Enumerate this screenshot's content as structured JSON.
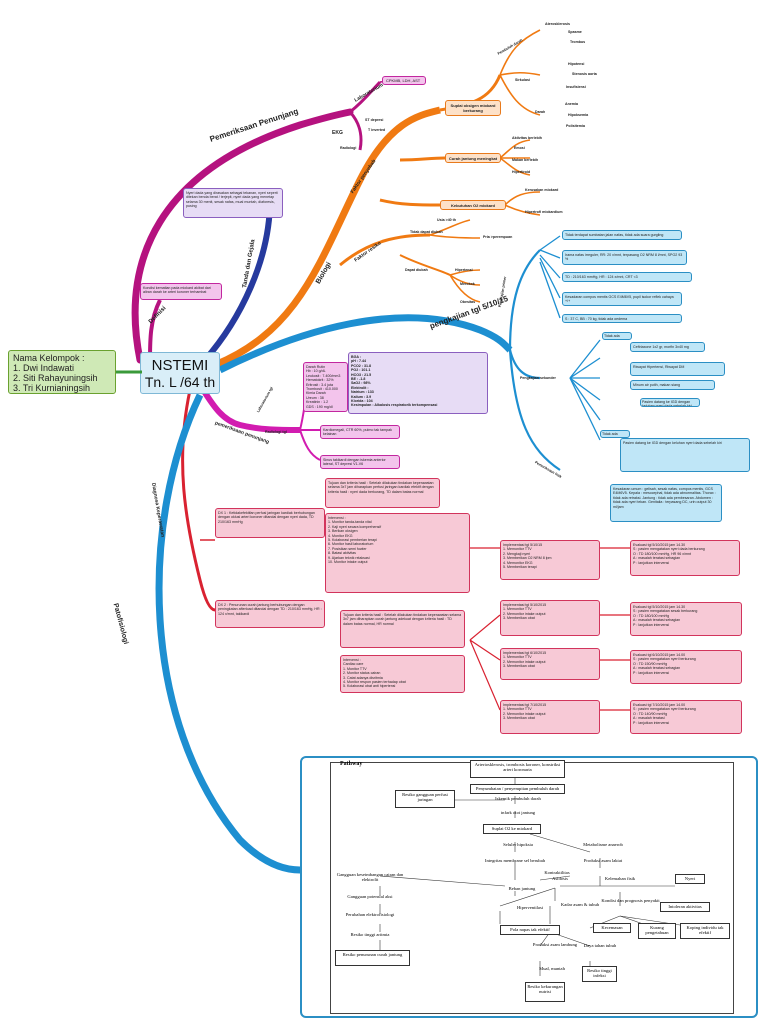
{
  "center": {
    "line1": "NSTEMI",
    "line2": "Tn. L /64 th"
  },
  "group": {
    "title": "Nama Kelompok :",
    "members": [
      "1. Dwi Indawati",
      "2. Siti Rahayuningsih",
      "3. Tri Kurnianingsih"
    ]
  },
  "branches": {
    "pemeriksaan": "Pemeriksaan Penunjang",
    "laboratorium": "Laboratorium",
    "ekg": "EKG",
    "cpkmb": "CPKMB, LDH, AST",
    "st_depresi": "ST depresi",
    "t_inverted": "T inverted",
    "radiologi": "Radiologi",
    "definisi": "Definisi",
    "tanda_gejala": "Tanda dan Gejala",
    "biologi": "Biologi",
    "faktor_penyebab": "Faktor penyebab",
    "faktor_resiko": "Faktor resiko",
    "pengkajian": "pengkajian tgl 5/10/15",
    "pengkajian_primer": "Pengkajian primer",
    "pengkajian_sekunder": "Pengkajian sekunder",
    "pemeriksaan_fisik": "Pemeriksaan fisik",
    "pemeriksaan_penunjang2": "pemeriksaan penunjang",
    "laboratorium2": "Laboratorium tgl",
    "radiologi2": "Radiologi tgl",
    "diagnosa": "Diagnosa Keperawatan",
    "patofisiologi": "Patofisiologi"
  },
  "orange_nodes": {
    "suplai": "Suplai oksigen miokard berkurang",
    "curah": "Curah jantung meningkat",
    "kebutuhan": "Kebutuhan O2 miokard meningkat",
    "leaf": [
      "Pembuluh darah",
      "Aterosklerosis",
      "Spasme",
      "Trombus",
      "Sirkulasi",
      "Hipotensi",
      "Stenosis aorta",
      "Insufisiensi",
      "Darah",
      "Anemia",
      "Hipoksemia",
      "Polisitemia",
      "Aktivitas berlebih",
      "Emosi",
      "Makan berlebih",
      "Hipertiroid",
      "Kerusakan miokard",
      "Hipertrofi miokardium",
      "Usia >40 th",
      "Pria >perempuan",
      "Tidak dapat diubah",
      "Dapat diubah",
      "Hipertensi",
      "Merokok",
      "Obesitas"
    ]
  },
  "texts": {
    "definisi": "Kondisi kematian pada miokard akibat dari aliran darah ke arteri koroner terhambat",
    "tanda": "Nyeri dada yang dirasakan sebagai tekanan, nyeri seperti ditekan benda berat / terjepit, nyeri dada yang menetap selama 30 menit, sesak nafas, mual muntah, diaforesis, pusing",
    "airway": "Tidak terdapat sumbatan jalan nafas, tidak ada suara gurgling",
    "breathing": "Irama nafas irreguler, RR: 20 x/mnt, terpasang O2 NRM 8 l/mnt, SPO2 93 %",
    "circulation": "TD : 210/163 mmHg, HR : 124 x/mnt, CRT <3",
    "disability": "Kesadaran compos mentis GCS E4M6V5, pupil isokor reflek cahaya +/+",
    "exposure": "S : 37 C, BB : 70 kg, tidak ada oedema",
    "alergi": "Tidak ada",
    "medikasi": "Ceftriaxone 1x2 gr, morfin 3x40 mg",
    "past": "Riwayat Hipertensi, Riwayat DM",
    "last": "Minum air putih, makan siang",
    "event": "Pasien datang ke IGD dengan keluhan nyeri dada sebelah kiri",
    "fisik": "Kesadaran umum : gelisah, sesak nafas, compos mentis, GCS E4M6V5. Kepala : mesocephal, tidak ada abnormalitas. Thorax : tidak ada retraksi. Jantung : tidak ada pembesaran. Abdomen : tidak ada nyeri tekan. Genitalia : terpasang DC, urin output 30 ml/jam",
    "lab": "Darah Rutin\nHb : 10 g/dL\nLeukosit : 7.400/mm3\nHematokrit : 32%\nEritrosit : 3.4 juta\nTrombosit : 410.000\nKimia Darah\nUreum : 38\nKreatinin : 1.2\nGDS : 190 mg/dl",
    "bga": "BGA :\npH : 7.44\nPCO2 : 31.8\nPO2 : 101.1\nHCO3 : 21.5\nBE : -1.8\nSaO2 : 98%\nElektrolit :\nNatrium : 133\nKalium : 3.9\nKlorida : 104\nKesimpulan : Alkalosis respiratorik terkompensasi",
    "radiologi": "Kardiomegali, CTR 60%, pulmo tak tampak kelainan",
    "ekg": "Sinus takikardi dengan iskemia anterior lateral, ST depresi V1-V6",
    "dx1": "DX 1 : Ketidakefektifan perfusi jaringan kardiak berhubungan dengan oklusi arteri koroner ditandai dengan nyeri dada, TD 210/163 mmHg",
    "dx2": "DX 2 : Penurunan curah jantung berhubungan dengan peningkatan afterload ditandai dengan TD : 210/163 mmHg, HR : 124 x/mnt, takikardi",
    "tujuan1": "Tujuan dan kriteria hasil : Setelah dilakukan tindakan keperawatan selama 3x7 jam diharapkan perfusi jaringan kardiak efektif dengan kriteria hasil : nyeri dada berkurang, TD dalam batas normal",
    "intervensi1": "Intervensi :\n1. Monitor tanda-tanda vital\n2. Kaji nyeri secara komprehensif\n3. Berikan oksigen\n4. Monitor EKG\n5. Kolaborasi pemberian terapi\n6. Monitor hasil laboratorium\n7. Posisikan semi fowler\n8. Batasi aktivitas\n9. Ajarkan teknik relaksasi\n10. Monitor intake output",
    "implementasi1": "Implementasi tgl 5/10/15\n1. Memonitor TTV\n2. Mengkaji nyeri\n3. Memberikan O2 NRM 8 lpm\n4. Memonitor EKG\n5. Memberikan terapi",
    "evaluasi1": "Evaluasi tgl 5/10/2015 jam 14.30\nS : pasien mengatakan nyeri dada berkurang\nO : TD 180/100 mmHg, HR 96 x/mnt\nA : masalah teratasi sebagian\nP : lanjutkan intervensi",
    "tujuan2": "Tujuan dan kriteria hasil : Setelah dilakukan tindakan keperawatan selama 3x7 jam diharapkan curah jantung adekuat dengan kriteria hasil : TD dalam batas normal, HR normal",
    "intervensi2": "Intervensi :\nCardiac care\n1. Monitor TTV\n2. Monitor status cairan\n3. Catat adanya disritmia\n4. Monitor respon pasien terhadap obat\n5. Kolaborasi obat anti hipertensi",
    "imp2a": "Implementasi tgl 5/10/2015\n1. Memonitor TTV\n2. Memonitor intake output\n3. Memberikan obat",
    "eva2a": "Evaluasi tgl 5/10/2015 jam 14.30\nS : pasien mengatakan sesak berkurang\nO : TD 180/100 mmHg\nA : masalah teratasi sebagian\nP : lanjutkan intervensi",
    "imp2b": "Implementasi tgl 6/10/2015\n1. Memonitor TTV\n2. Memonitor intake output\n3. Memberikan obat",
    "eva2b": "Evaluasi tgl 6/10/2015 jam 14.00\nS : pasien mengatakan nyeri berkurang\nO : TD 150/90 mmHg\nA : masalah teratasi sebagian\nP : lanjutkan intervensi",
    "imp2c": "Implementasi tgl 7/10/2015\n1. Memonitor TTV\n2. Memonitor intake output\n3. Memberikan obat",
    "eva2c": "Evaluasi tgl 7/10/2015 jam 14.00\nS : pasien mengatakan nyeri berkurang\nO : TD 140/90 mmHg\nA : masalah teratasi\nP : lanjutkan intervensi"
  },
  "pathway": {
    "title": "Pathway",
    "nodes": [
      "Arteriosklerosis, trombosis koroner, konstriksi arteri koronaria",
      "Penyumbatan / penyempitan pembuluh darah",
      "Resiko gangguan perfusi jaringan",
      "Iskemik pembuluh darah",
      "infark otot jantung",
      "Suplai O2 ke miokard",
      "Seluler hipoksia",
      "Metabolisme anaerob",
      "Produksi asam laktat",
      "Integritas membrane sel berubah",
      "Kontraktilitas",
      "Gangguan keseimbangan cairan dan elektrolit",
      "Gangguan potensial aksi",
      "Beban jantung",
      "Asidosis",
      "Kelemahan fisik",
      "Nyeri",
      "Perubahan elektrofisiologi",
      "Hiperventilasi",
      "Kadar asam & tubuh",
      "Kondisi dan prognosis penyakit",
      "Intoleran aktivitas",
      "Resiko tinggi aritmia",
      "Pola napas tak efektif",
      "Kecemasan",
      "Kurang pengetahuan",
      "Koping individu tak efektif",
      "Resiko penurunan curah jantung",
      "Produksi asam lambung",
      "Daya tahan tubuh",
      "Mual, muntah",
      "Resiko tinggi infeksi",
      "Resiko kekurangan nutrisi"
    ]
  },
  "colors": {
    "magenta": "#b5127f",
    "orange": "#f07a12",
    "blue": "#1d8fd1",
    "navy": "#263a9e",
    "pink": "#e0306a",
    "red": "#d92231"
  }
}
